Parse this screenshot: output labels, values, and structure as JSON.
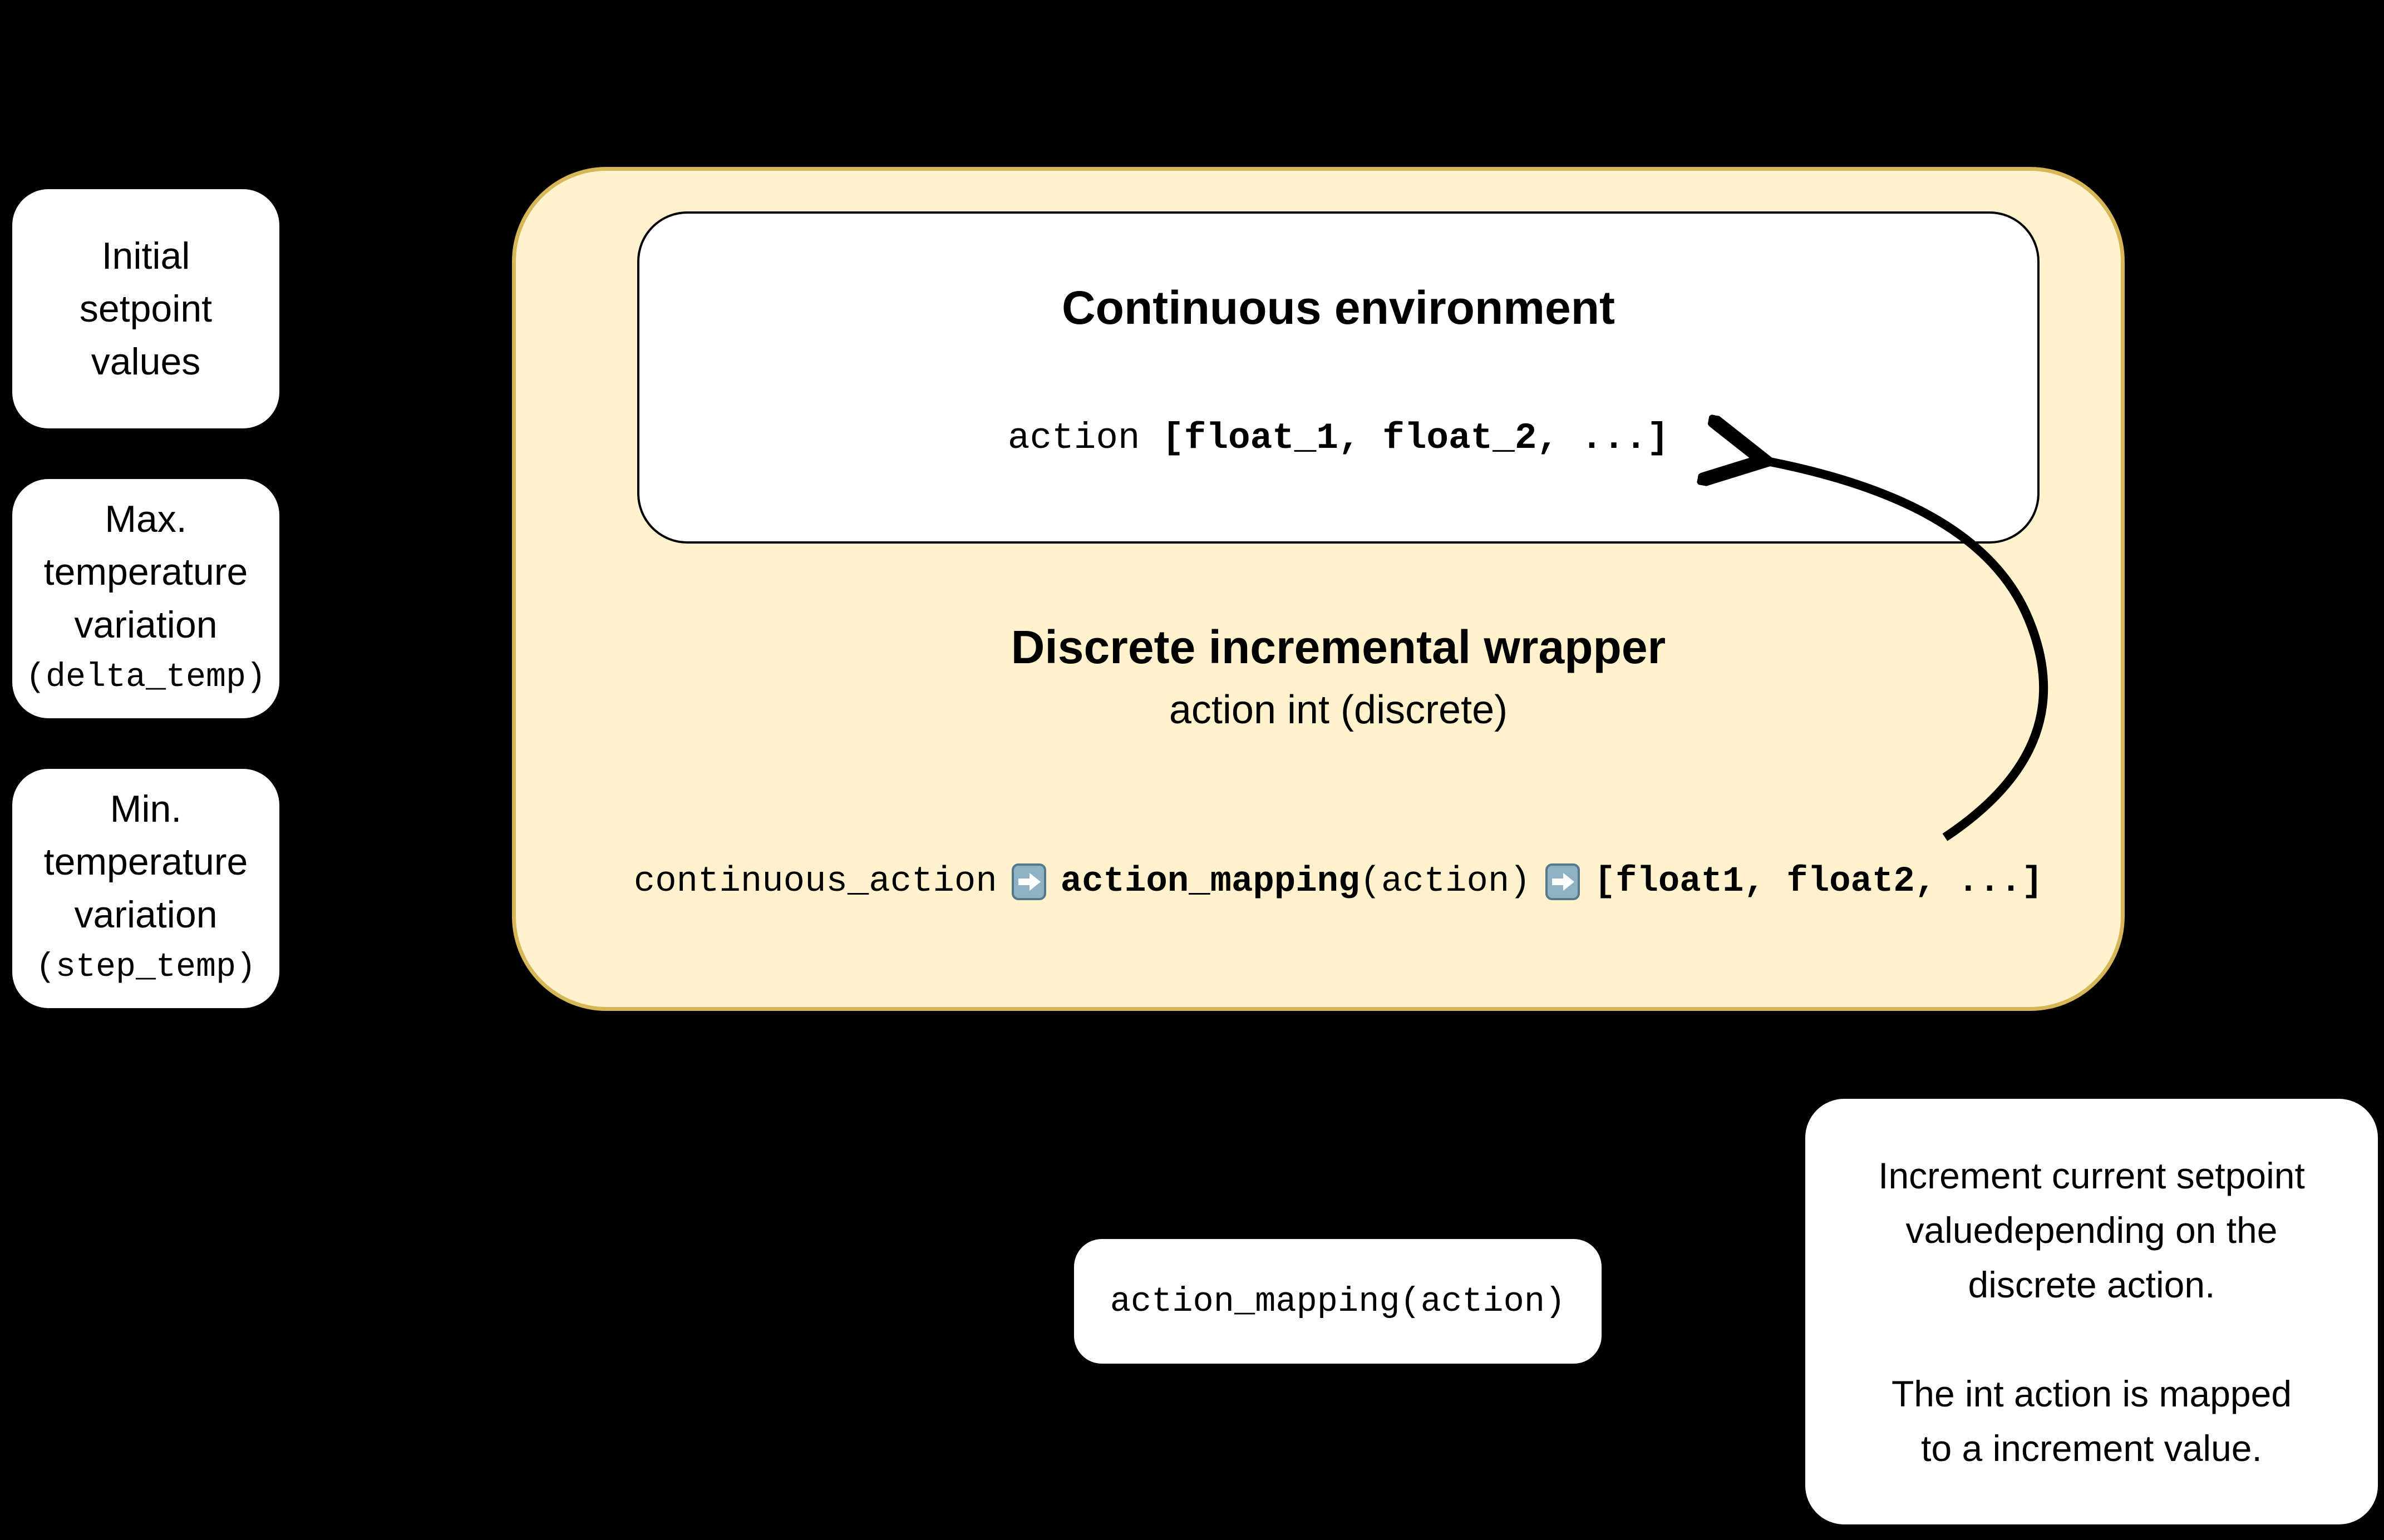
{
  "colors": {
    "background": "#000000",
    "box_fill": "#ffffff",
    "wrapper_fill": "#FFF2CC",
    "wrapper_border": "#D6B656",
    "arrow_icon_fill": "#8FB1C4",
    "arrow_icon_border": "#54788C",
    "flow_arrow": "#000000",
    "text": "#000000"
  },
  "left_column": {
    "boxes": [
      {
        "line1": "Initial",
        "line2": "setpoint",
        "line3": "values",
        "code": ""
      },
      {
        "line1": "Max.",
        "line2": "temperature",
        "line3": "variation",
        "code": "(delta_temp)"
      },
      {
        "line1": "Min.",
        "line2": "temperature",
        "line3": "variation",
        "code": "(step_temp)"
      }
    ]
  },
  "wrapper": {
    "title": "Discrete incremental wrapper",
    "subtitle": "action int (discrete)",
    "environment": {
      "title": "Continuous environment",
      "action_prefix": "action ",
      "action_value": "[float_1, float_2, ...]"
    },
    "pipeline": {
      "input": "continuous_action",
      "function_name": "action_mapping",
      "function_args": "(action)",
      "output": "[float1, float2, ...]"
    }
  },
  "mapping_box": {
    "label": "action_mapping(action)"
  },
  "note_box": {
    "line1": "Increment current setpoint",
    "line2": "valuedepending on the",
    "line3": "discrete action.",
    "line4": "",
    "line5": "The int action is mapped",
    "line6": "to a increment value."
  }
}
